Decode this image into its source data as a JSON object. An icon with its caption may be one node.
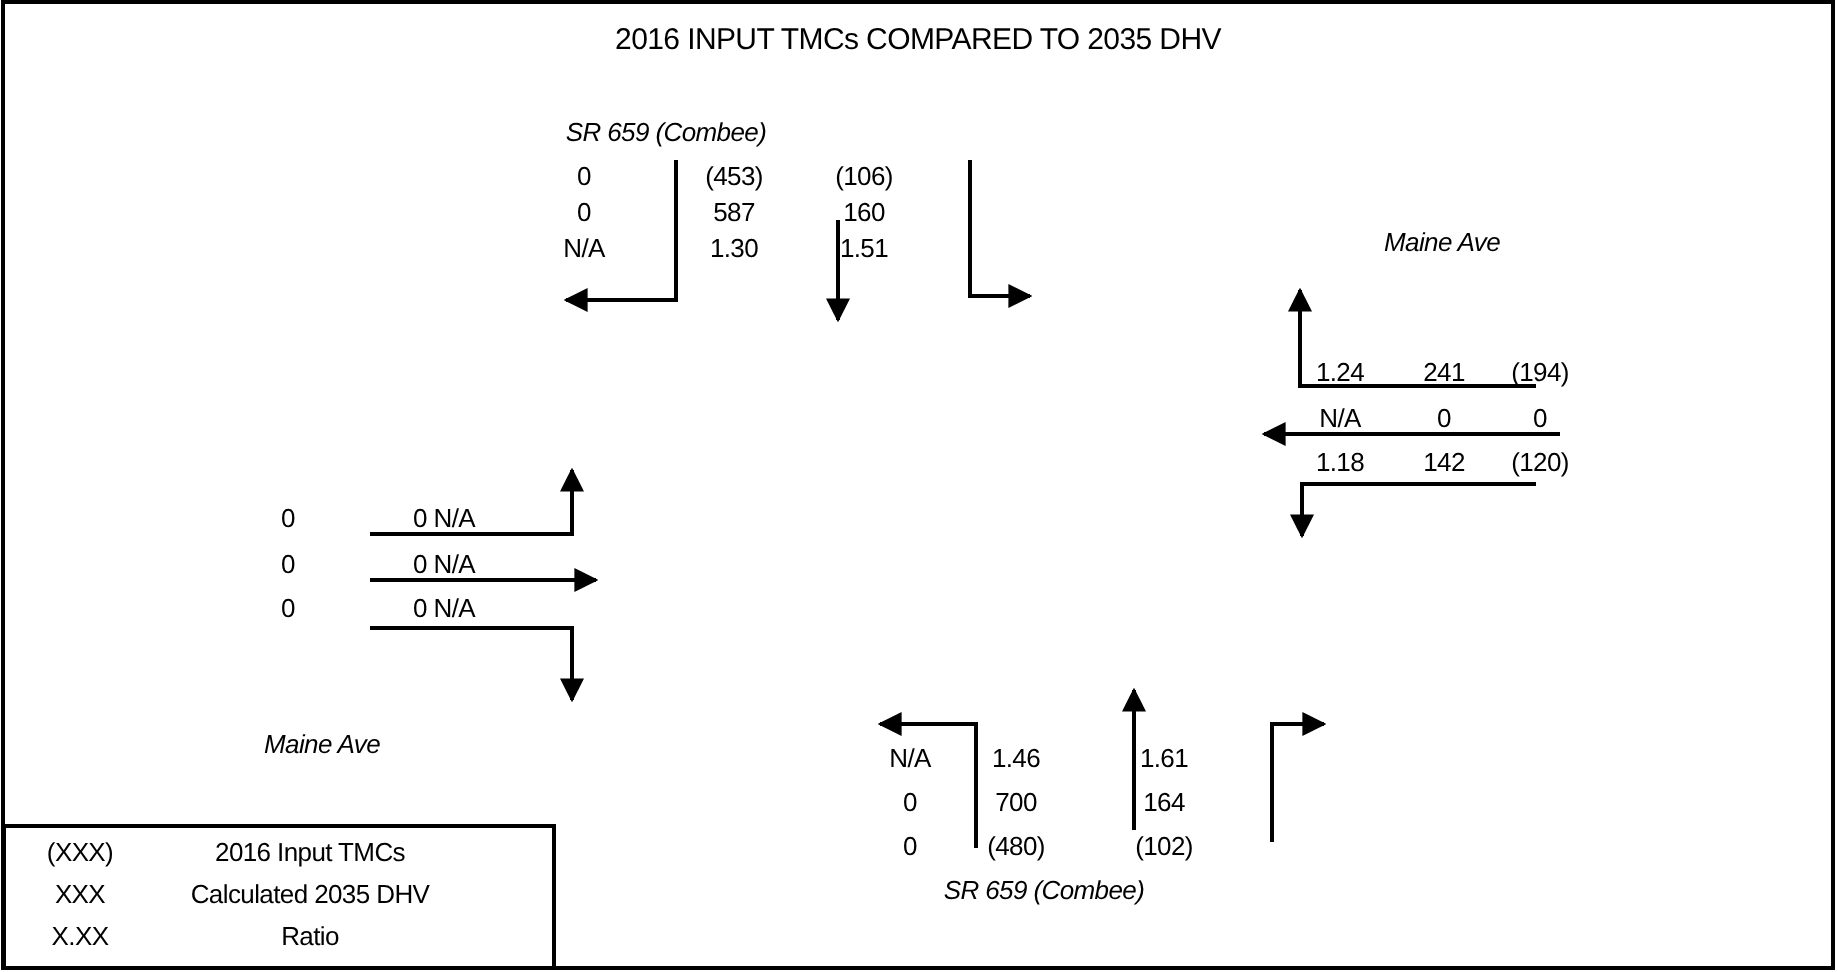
{
  "diagram": {
    "title": "2016 INPUT TMCs COMPARED TO 2035 DHV",
    "labels": [
      "SR 659 (Combee)",
      "0",
      "(453)",
      "(106)",
      "0",
      "587",
      "160",
      "N/A",
      "1.30",
      "1.51",
      "Maine Ave",
      "1.24",
      "241",
      "(194)",
      "N/A",
      "0",
      "0",
      "1.18",
      "142",
      "(120)",
      "0",
      "0 N/A",
      "0",
      "0 N/A",
      "0",
      "0 N/A",
      "Maine Ave",
      "N/A",
      "1.46",
      "1.61",
      "0",
      "700",
      "164",
      "0",
      "(480)",
      "(102)",
      "SR 659 (Combee)",
      "(XXX)",
      "2016 Input TMCs",
      "XXX",
      "Calculated 2035 DHV",
      "X.XX",
      "Ratio"
    ]
  }
}
